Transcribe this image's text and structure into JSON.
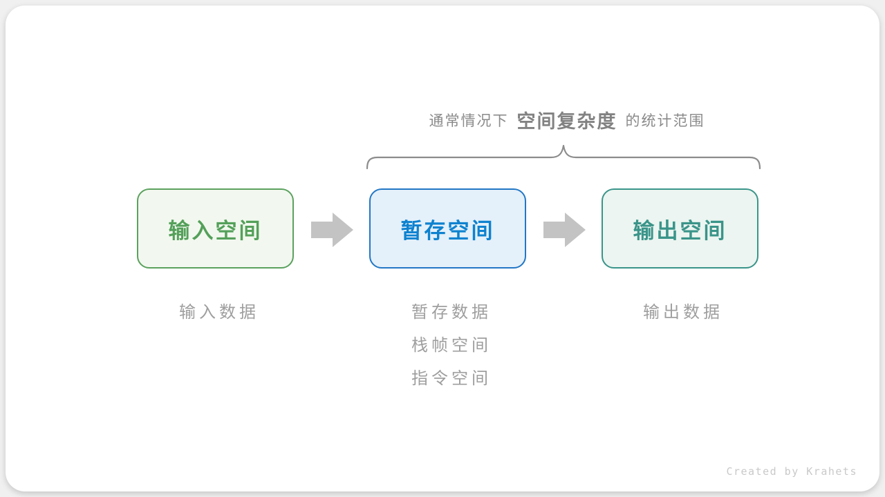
{
  "page": {
    "background": "#f0f0f0",
    "card_background": "#ffffff"
  },
  "title": {
    "prefix": "通常情况下",
    "highlight": "空间复杂度",
    "suffix": "的统计范围",
    "color": "#8a8a8a"
  },
  "brace": {
    "color": "#8c8c8c",
    "spans": "temp-space and output-space boxes"
  },
  "boxes": [
    {
      "id": "input-space",
      "label": "输入空间",
      "text_color": "#54a05a",
      "border_color": "#5ba15e",
      "background": "#f2f8ef"
    },
    {
      "id": "temp-space",
      "label": "暂存空间",
      "text_color": "#0e82cf",
      "border_color": "#2277c5",
      "background": "#e4f0fa"
    },
    {
      "id": "output-space",
      "label": "输出空间",
      "text_color": "#3a9489",
      "border_color": "#3a9489",
      "background": "#ecf5f1"
    }
  ],
  "arrows": {
    "color": "#c3c3c3",
    "count": 2,
    "direction": "right"
  },
  "annotations": {
    "color": "#9e9e9e",
    "input": [
      "输入数据"
    ],
    "temp": [
      "暂存数据",
      "栈帧空间",
      "指令空间"
    ],
    "output": [
      "输出数据"
    ]
  },
  "credit": {
    "text": "Created by Krahets",
    "color": "#c9c9c9"
  }
}
